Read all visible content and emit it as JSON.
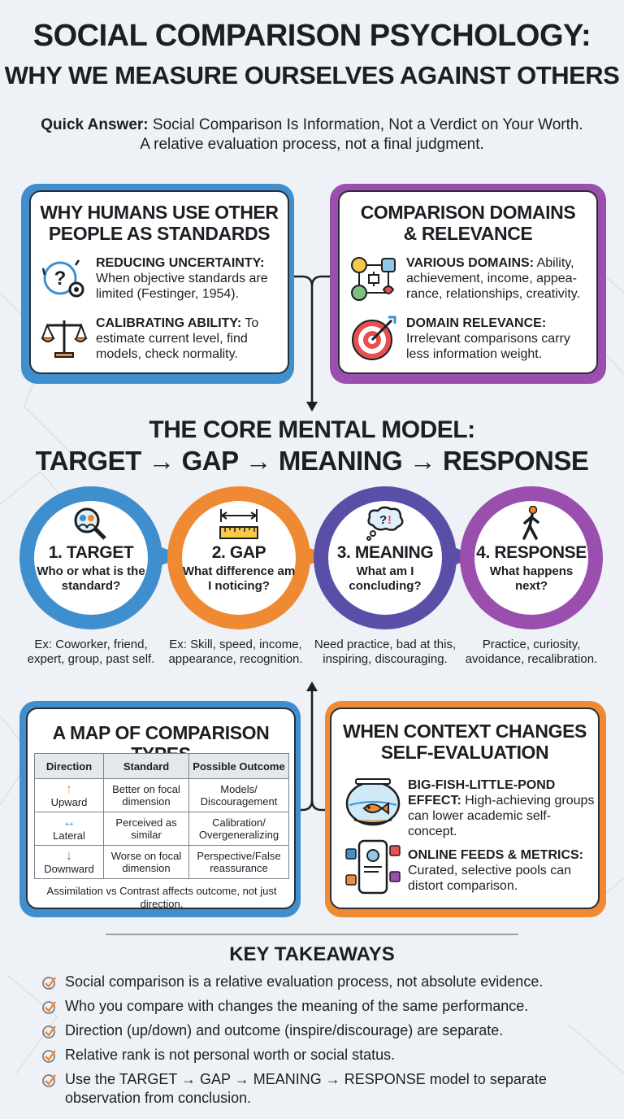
{
  "header": {
    "title_line1": "SOCIAL COMPARISON PSYCHOLOGY:",
    "title_line2": "WHY WE MEASURE OURSELVES AGAINST OTHERS",
    "quick_label": "Quick Answer:",
    "quick_line1": "Social Comparison Is Information, Not a Verdict on Your Worth.",
    "quick_line2": "A relative evaluation process, not a final judgment."
  },
  "card_why": {
    "title_line1": "WHY HUMANS USE OTHER",
    "title_line2": "PEOPLE AS STANDARDS",
    "items": [
      {
        "icon": "question-gear-icon",
        "label": "REDUCING UNCERTAINTY:",
        "text": "When objective standards are limited (Festinger, 1954)."
      },
      {
        "icon": "scale-icon",
        "label": "CALIBRATING ABILITY:",
        "text": "To estimate current level, find models, check normality."
      }
    ]
  },
  "card_domains": {
    "title_line1": "COMPARISON DOMAINS",
    "title_line2": "& RELEVANCE",
    "items": [
      {
        "icon": "domains-network-icon",
        "label": "VARIOUS DOMAINS:",
        "text": "Ability, achievement, income, appea-rance, relationships, creativity."
      },
      {
        "icon": "target-icon",
        "label": "DOMAIN RELEVANCE:",
        "text": "Irrelevant comparisons carry less information weight."
      }
    ]
  },
  "core": {
    "title_line1": "THE CORE MENTAL MODEL:",
    "title_line2": "TARGET → GAP → MEANING → RESPONSE",
    "steps": [
      {
        "title": "1. TARGET",
        "question": "Who or what is the standard?",
        "example": "Ex: Coworker, friend, expert, group, past self.",
        "icon": "magnifier-people-icon"
      },
      {
        "title": "2. GAP",
        "question": "What difference am I noticing?",
        "example": "Ex: Skill, speed, income, appearance, recognition.",
        "icon": "ruler-icon"
      },
      {
        "title": "3. MEANING",
        "question": "What am I concluding?",
        "example": "Need practice, bad at this, inspiring, discouraging.",
        "icon": "thought-bubble-icon"
      },
      {
        "title": "4. RESPONSE",
        "question": "What happens next?",
        "example": "Practice, curiosity, avoidance, recalibration.",
        "icon": "walking-person-icon"
      }
    ]
  },
  "map": {
    "title": "A MAP OF COMPARISON TYPES",
    "headers": [
      "Direction",
      "Standard",
      "Possible Outcome"
    ],
    "rows": [
      {
        "direction": "Upward",
        "arrow": "↑",
        "standard": "Better on focal dimension",
        "outcome": "Models/ Discouragement"
      },
      {
        "direction": "Lateral",
        "arrow": "↔",
        "standard": "Perceived as similar",
        "outcome": "Calibration/ Overgeneralizing"
      },
      {
        "direction": "Downward",
        "arrow": "↓",
        "standard": "Worse on focal dimension",
        "outcome": "Perspective/False reassurance"
      }
    ],
    "note": "Assimilation vs Contrast affects outcome, not just direction."
  },
  "context": {
    "title_line1": "WHEN CONTEXT CHANGES",
    "title_line2": "SELF-EVALUATION",
    "items": [
      {
        "icon": "fishbowl-icon",
        "label": "BIG-FISH-LITTLE-POND EFFECT:",
        "text": "High-achieving groups can lower academic self-concept."
      },
      {
        "icon": "phone-feed-icon",
        "label": "ONLINE FEEDS & METRICS:",
        "text": "Curated, selective pools can distort comparison."
      }
    ]
  },
  "takeaways": {
    "title": "KEY TAKEAWAYS",
    "items": [
      "Social comparison is a relative evaluation process, not absolute evidence.",
      "Who you compare with changes the meaning of the same performance.",
      "Direction (up/down) and outcome (inspire/discourage) are separate.",
      "Relative rank is not personal worth or social status.",
      "Use the TARGET → GAP → MEANING → RESPONSE model to separate observation from conclusion."
    ]
  },
  "colors": {
    "blue": "#3f8fcf",
    "orange": "#ef8a33",
    "indigo": "#5a4fa8",
    "purple": "#9a4fae",
    "ink": "#1b1f24"
  }
}
